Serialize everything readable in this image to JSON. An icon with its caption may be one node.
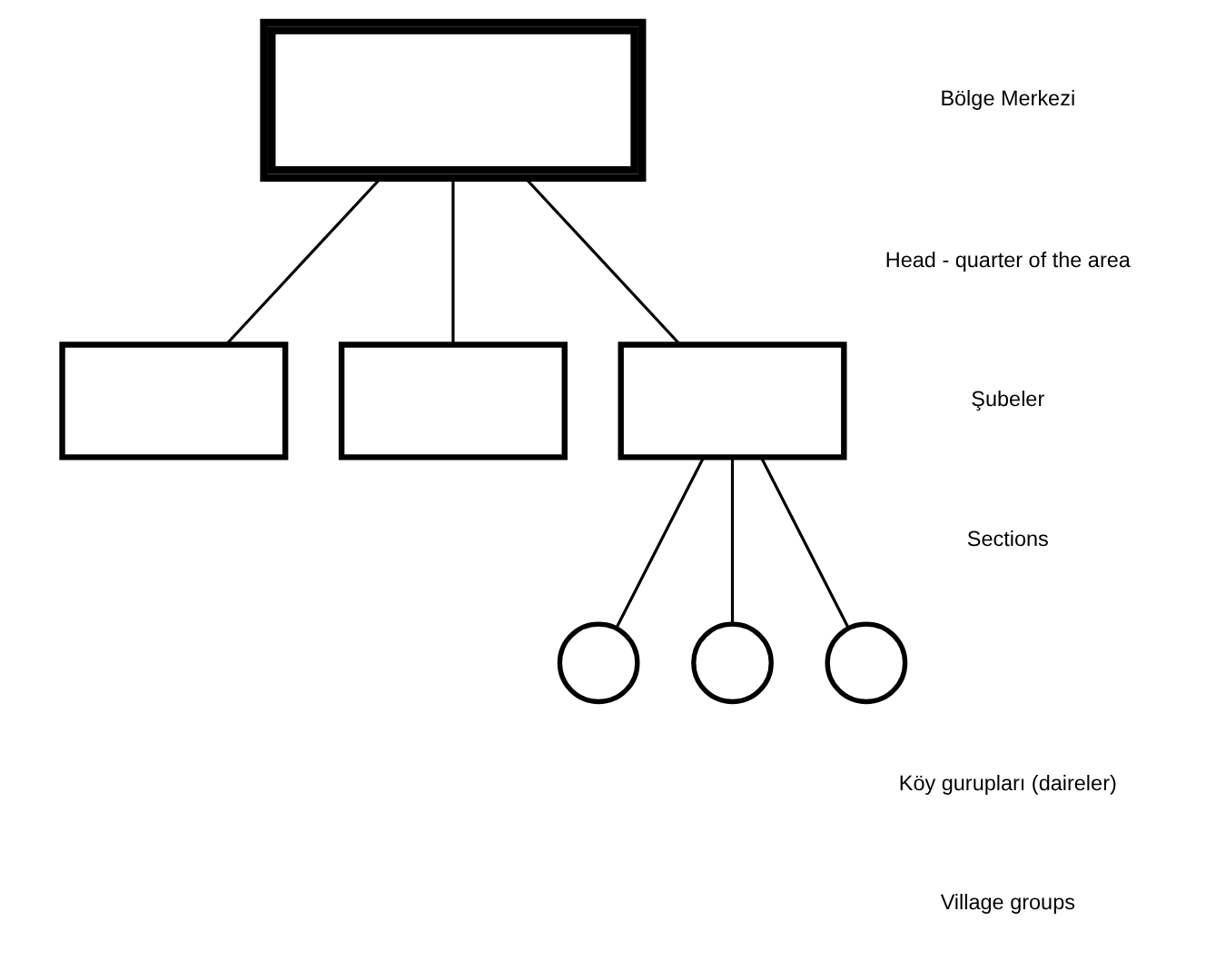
{
  "diagram": {
    "nodes": [
      {
        "text": [],
        "shape": "box"
      },
      {
        "text": [],
        "shape": "box"
      },
      {
        "text": [],
        "shape": "box"
      },
      {
        "text": [],
        "shape": "box"
      },
      {
        "text": [],
        "shape": "circle"
      },
      {
        "text": [],
        "shape": "circle"
      },
      {
        "text": [],
        "shape": "circle"
      }
    ],
    "edges": [
      {
        "from": 0,
        "to": 1,
        "arrow": "none"
      },
      {
        "from": 0,
        "to": 2,
        "arrow": "none"
      },
      {
        "from": 0,
        "to": 3,
        "arrow": "none"
      },
      {
        "from": 3,
        "to": 4,
        "arrow": "none"
      },
      {
        "from": 3,
        "to": 5,
        "arrow": "none"
      },
      {
        "from": 3,
        "to": 6,
        "arrow": "none"
      }
    ],
    "labels": [
      "Bölge Merkezi",
      "Head - quarter of the area",
      "Şubeler",
      "Sections",
      "Köy gurupları (daireler)",
      "Village groups"
    ]
  }
}
